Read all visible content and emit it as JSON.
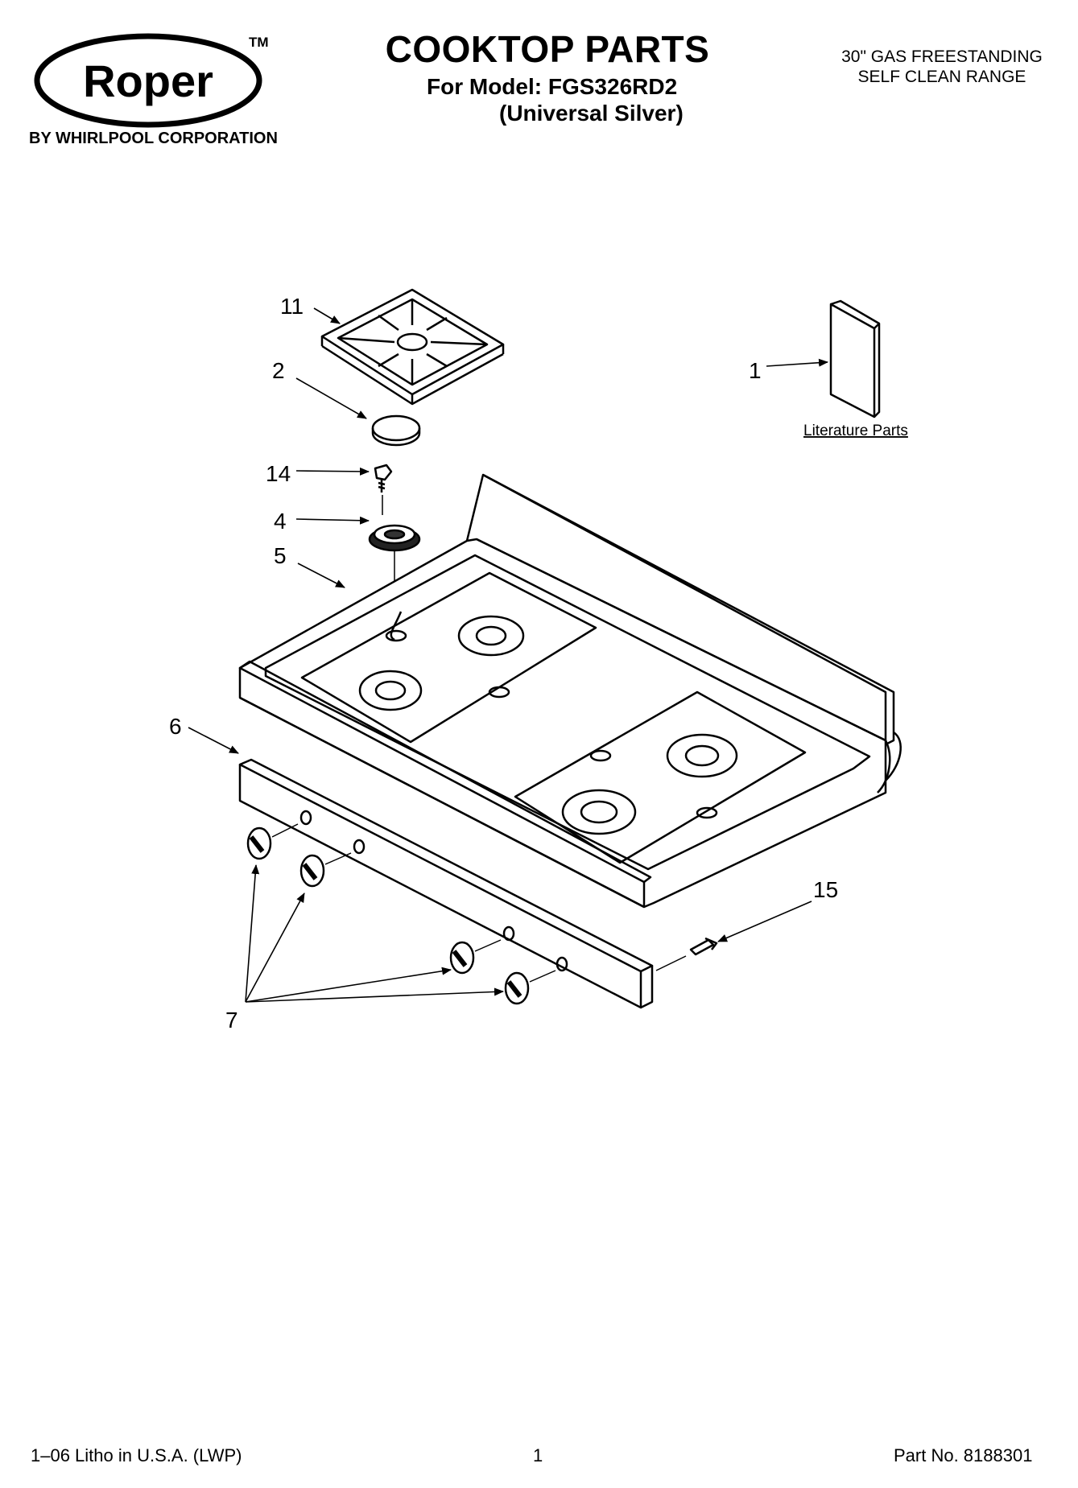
{
  "header": {
    "brand": "Roper",
    "trademark": "TM",
    "brand_subtitle": "BY WHIRLPOOL CORPORATION",
    "title": "COOKTOP PARTS",
    "model_line": "For Model: FGS326RD2",
    "color_line": "(Universal Silver)",
    "product_line1": "30\" GAS FREESTANDING",
    "product_line2": "SELF CLEAN RANGE"
  },
  "callouts": {
    "c11": "11",
    "c2": "2",
    "c14": "14",
    "c4": "4",
    "c5": "5",
    "c6": "6",
    "c7": "7",
    "c15": "15",
    "c1": "1",
    "literature_label": "Literature Parts"
  },
  "footer": {
    "litho": "1–06 Litho in U.S.A. (LWP)",
    "page": "1",
    "part_no": "Part No. 8188301"
  }
}
